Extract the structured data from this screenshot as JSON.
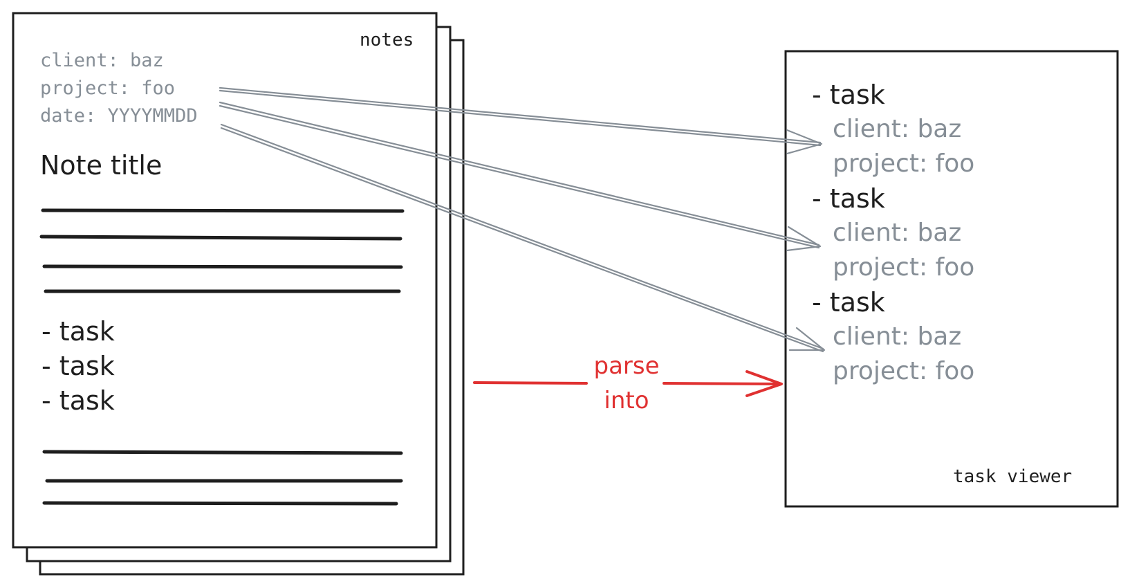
{
  "notes": {
    "label": "notes",
    "meta": [
      "client: baz",
      "project: foo",
      "date: YYYYMMDD"
    ],
    "title": "Note title",
    "tasks": [
      "- task",
      "- task",
      "- task"
    ]
  },
  "viewer": {
    "label": "task viewer",
    "items": [
      {
        "task": "- task",
        "client": "client: baz",
        "project": "project: foo"
      },
      {
        "task": "- task",
        "client": "client: baz",
        "project": "project: foo"
      },
      {
        "task": "- task",
        "client": "client: baz",
        "project": "project: foo"
      }
    ]
  },
  "action": {
    "line1": "parse",
    "line2": "into"
  },
  "colors": {
    "ink": "#1e1e1e",
    "meta": "#868e96",
    "accent": "#e03131"
  }
}
